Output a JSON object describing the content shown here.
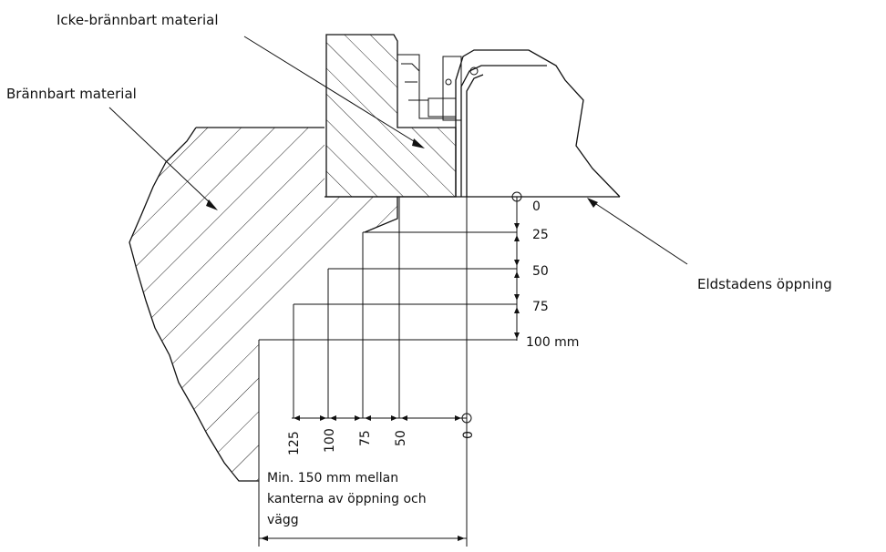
{
  "labels": {
    "non_combustible": "Icke-brännbart material",
    "combustible": "Brännbart material",
    "opening": "Eldstadens öppning"
  },
  "vertical_scale": {
    "ticks": [
      "0",
      "25",
      "50",
      "75",
      "100 mm"
    ]
  },
  "horizontal_scale": {
    "ticks": [
      "125",
      "100",
      "75",
      "50",
      "0"
    ]
  },
  "note": {
    "lines": [
      "Min. 150 mm mellan",
      "kanterna av öppning och",
      "vägg"
    ]
  }
}
